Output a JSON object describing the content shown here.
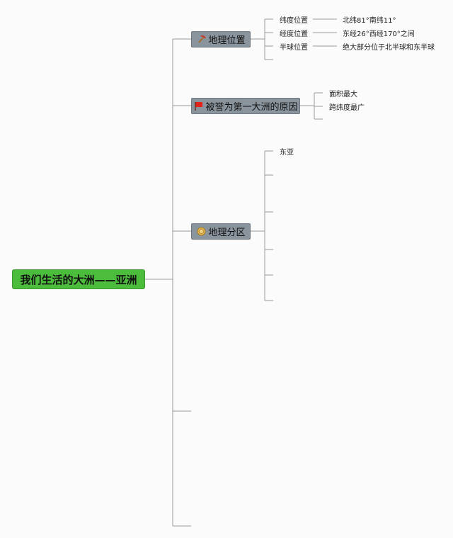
{
  "root": {
    "label": "我们生活的大洲——亚洲"
  },
  "topics": [
    {
      "label": "地理位置",
      "icon": "pick-axe-icon",
      "children": [
        {
          "label": "纬度位置",
          "detail": "北纬81°南纬11°"
        },
        {
          "label": "经度位置",
          "detail": "东经26°西经170°之间"
        },
        {
          "label": "半球位置",
          "detail": "绝大部分位于北半球和东半球"
        }
      ]
    },
    {
      "label": "被誉为第一大洲的原因",
      "icon": "red-flag-icon",
      "children": [
        {
          "label": "面积最大"
        },
        {
          "label": "跨纬度最广"
        }
      ]
    },
    {
      "label": "地理分区",
      "icon": "medal-icon",
      "children": [
        {
          "label": "东亚"
        }
      ]
    }
  ],
  "colors": {
    "root_fill": "#4cbc3c",
    "topic_fill": "#8a949d",
    "connector": "#9a9a9a"
  }
}
